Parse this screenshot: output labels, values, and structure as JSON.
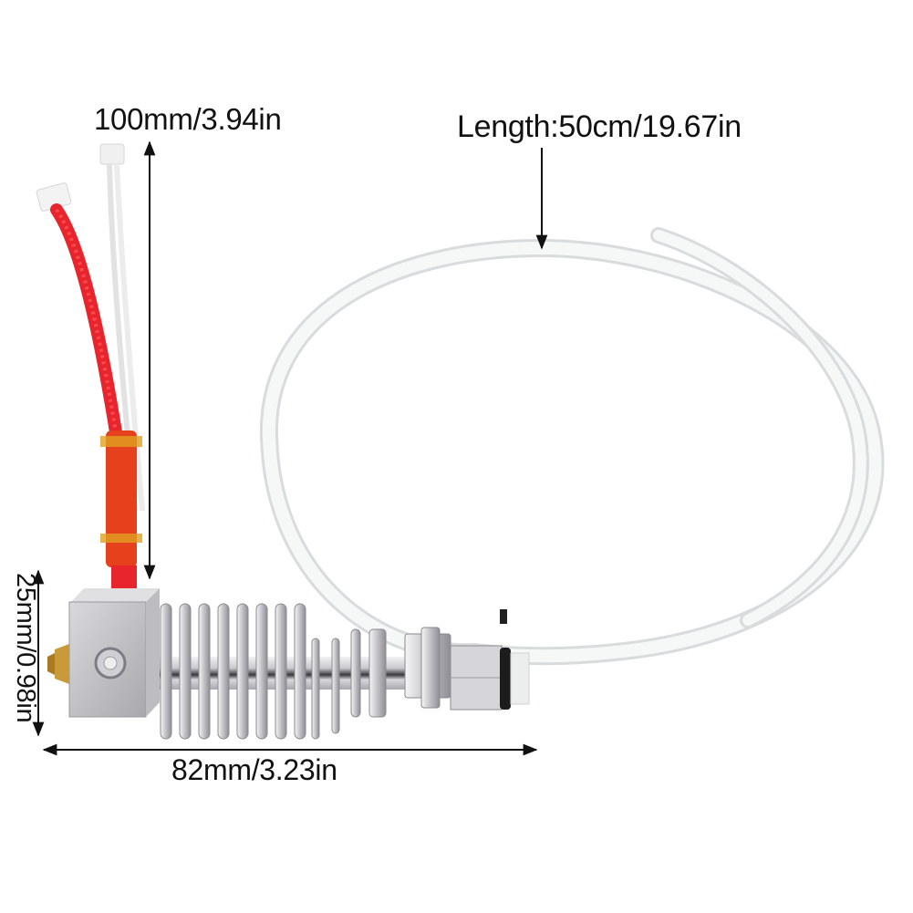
{
  "image": {
    "subject": "3D printer hotend kit with PTFE tube",
    "background_color": "#ffffff"
  },
  "dimensions": {
    "wire_height": "100mm/3.94in",
    "tube_length": "Length:50cm/19.67in",
    "block_height": "25mm/0.98in",
    "hotend_width": "82mm/3.23in"
  },
  "colors": {
    "wire_red": "#e8242c",
    "kapton_tape": "#e0a020",
    "aluminum": "#c8c8cc",
    "ptfe_tube": "#f2f4f4",
    "brass_nozzle": "#c89a3a",
    "dimension_line": "#111111"
  }
}
